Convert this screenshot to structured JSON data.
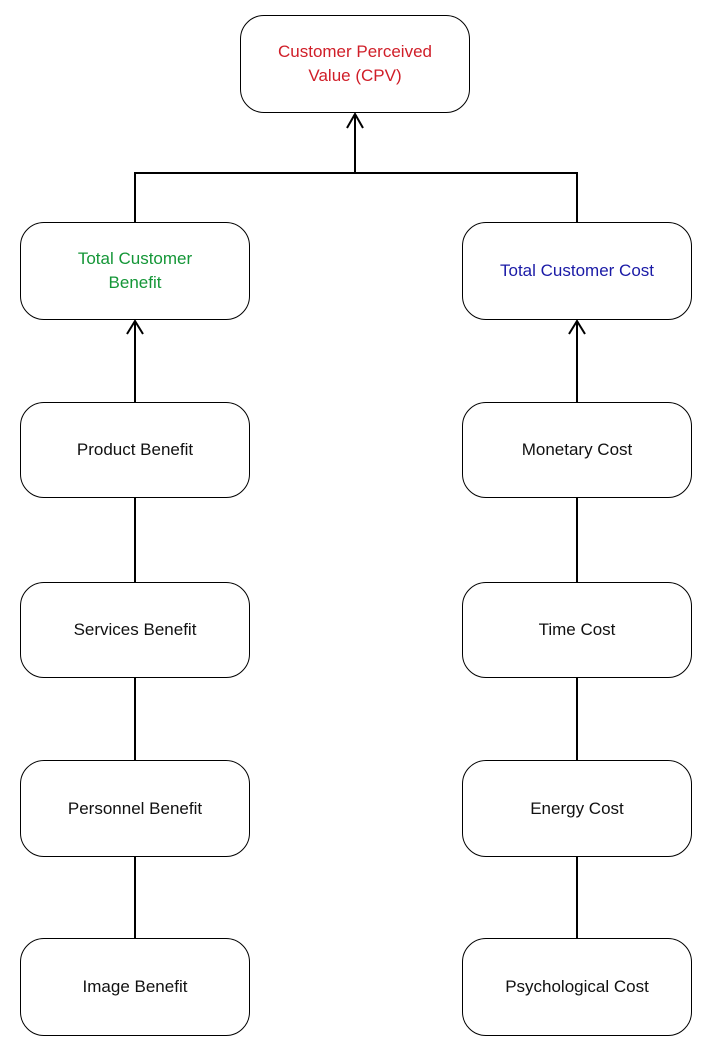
{
  "diagram": {
    "type": "hierarchy-flowchart",
    "colors": {
      "root_text": "#d01e28",
      "benefit_text": "#149637",
      "cost_text": "#1a1aa6",
      "default_text": "#111111",
      "line": "#000000",
      "node_border": "#000000",
      "background": "#ffffff"
    },
    "nodes": {
      "cpv": {
        "label": "Customer Perceived Value (CPV)"
      },
      "total_benefit": {
        "label": "Total Customer Benefit"
      },
      "total_cost": {
        "label": "Total Customer Cost"
      },
      "product_benefit": {
        "label": "Product Benefit"
      },
      "services_benefit": {
        "label": "Services Benefit"
      },
      "personnel_benefit": {
        "label": "Personnel Benefit"
      },
      "image_benefit": {
        "label": "Image Benefit"
      },
      "monetary_cost": {
        "label": "Monetary Cost"
      },
      "time_cost": {
        "label": "Time Cost"
      },
      "energy_cost": {
        "label": "Energy Cost"
      },
      "psychological_cost": {
        "label": "Psychological Cost"
      }
    },
    "edges": [
      {
        "from": "total_benefit",
        "to": "cpv",
        "arrowhead": true
      },
      {
        "from": "total_cost",
        "to": "cpv",
        "arrowhead": true
      },
      {
        "from": "product_benefit",
        "to": "total_benefit",
        "arrowhead": true
      },
      {
        "from": "monetary_cost",
        "to": "total_cost",
        "arrowhead": true
      },
      {
        "from": "services_benefit",
        "to": "product_benefit",
        "arrowhead": false
      },
      {
        "from": "personnel_benefit",
        "to": "services_benefit",
        "arrowhead": false
      },
      {
        "from": "image_benefit",
        "to": "personnel_benefit",
        "arrowhead": false
      },
      {
        "from": "time_cost",
        "to": "monetary_cost",
        "arrowhead": false
      },
      {
        "from": "energy_cost",
        "to": "time_cost",
        "arrowhead": false
      },
      {
        "from": "psychological_cost",
        "to": "energy_cost",
        "arrowhead": false
      }
    ]
  }
}
